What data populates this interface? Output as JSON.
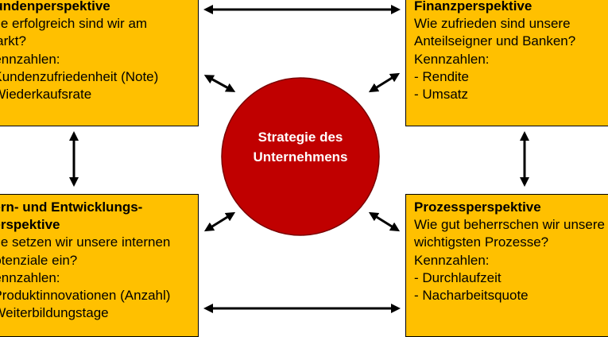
{
  "center": {
    "line1": "Strategie des",
    "line2": "Unternehmens"
  },
  "boxes": {
    "customer": {
      "title": "Kundenperspektive",
      "lines": [
        "Wie erfolgreich sind wir am",
        "Markt?",
        "Kennzahlen:",
        "- Kundenzufriedenheit (Note)",
        "- Wiederkaufsrate"
      ]
    },
    "finance": {
      "title": "Finanzperspektive",
      "lines": [
        "Wie zufrieden sind unsere",
        "Anteilseigner und Banken?",
        "Kennzahlen:",
        "- Rendite",
        "- Umsatz"
      ]
    },
    "learning": {
      "title1": "Lern- und Entwicklungs-",
      "title2": "perspektive",
      "lines": [
        "Wie setzen wir unsere internen",
        "Potenziale ein?",
        "Kennzahlen:",
        "- Produktinnovationen (Anzahl)",
        "- Weiterbildungstage"
      ]
    },
    "process": {
      "title": "Prozessperspektive",
      "lines": [
        "Wie gut beherrschen wir unsere",
        "wichtigsten Prozesse?",
        "Kennzahlen:",
        "- Durchlaufzeit",
        "- Nacharbeitsquote"
      ]
    }
  },
  "colors": {
    "box": "#FFC000",
    "circle": "#C00000"
  }
}
